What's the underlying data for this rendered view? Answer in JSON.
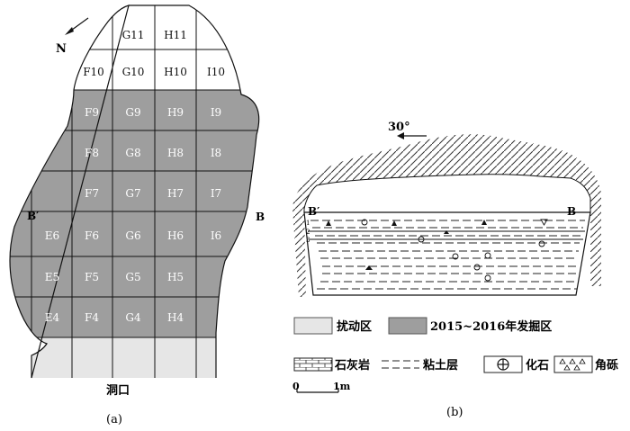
{
  "panel_a": {
    "north_label": "N",
    "grid_rows": [
      [
        "",
        "G11",
        "H11",
        ""
      ],
      [
        "F10",
        "G10",
        "H10",
        "I10"
      ],
      [
        "F9",
        "G9",
        "H9",
        "I9"
      ],
      [
        "F8",
        "G8",
        "H8",
        "I8"
      ],
      [
        "F7",
        "G7",
        "H7",
        "I7"
      ],
      [
        "E6",
        "F6",
        "G6",
        "H6",
        "I6"
      ],
      [
        "E5",
        "F5",
        "G5",
        "H5"
      ],
      [
        "E4",
        "F4",
        "G4",
        "H4"
      ]
    ],
    "section_left": "B′",
    "section_right": "B",
    "entrance_label": "洞口",
    "caption": "(a)"
  },
  "panel_b": {
    "dip_label": "30°",
    "section_left": "B′",
    "section_right": "B",
    "layer_labels": [
      "1",
      "2",
      "3"
    ],
    "caption": "(b)"
  },
  "legend": {
    "disturbed": "扰动区",
    "excavated": "2015~2016年发掘区",
    "limestone": "石灰岩",
    "clay": "粘土层",
    "fossil": "化石",
    "breccia": "角砾",
    "scale_zero": "0",
    "scale_end": "1m"
  },
  "colors": {
    "excavated_fill": "#9e9e9e",
    "disturbed_fill": "#e6e6e6",
    "outline": "#111111"
  }
}
